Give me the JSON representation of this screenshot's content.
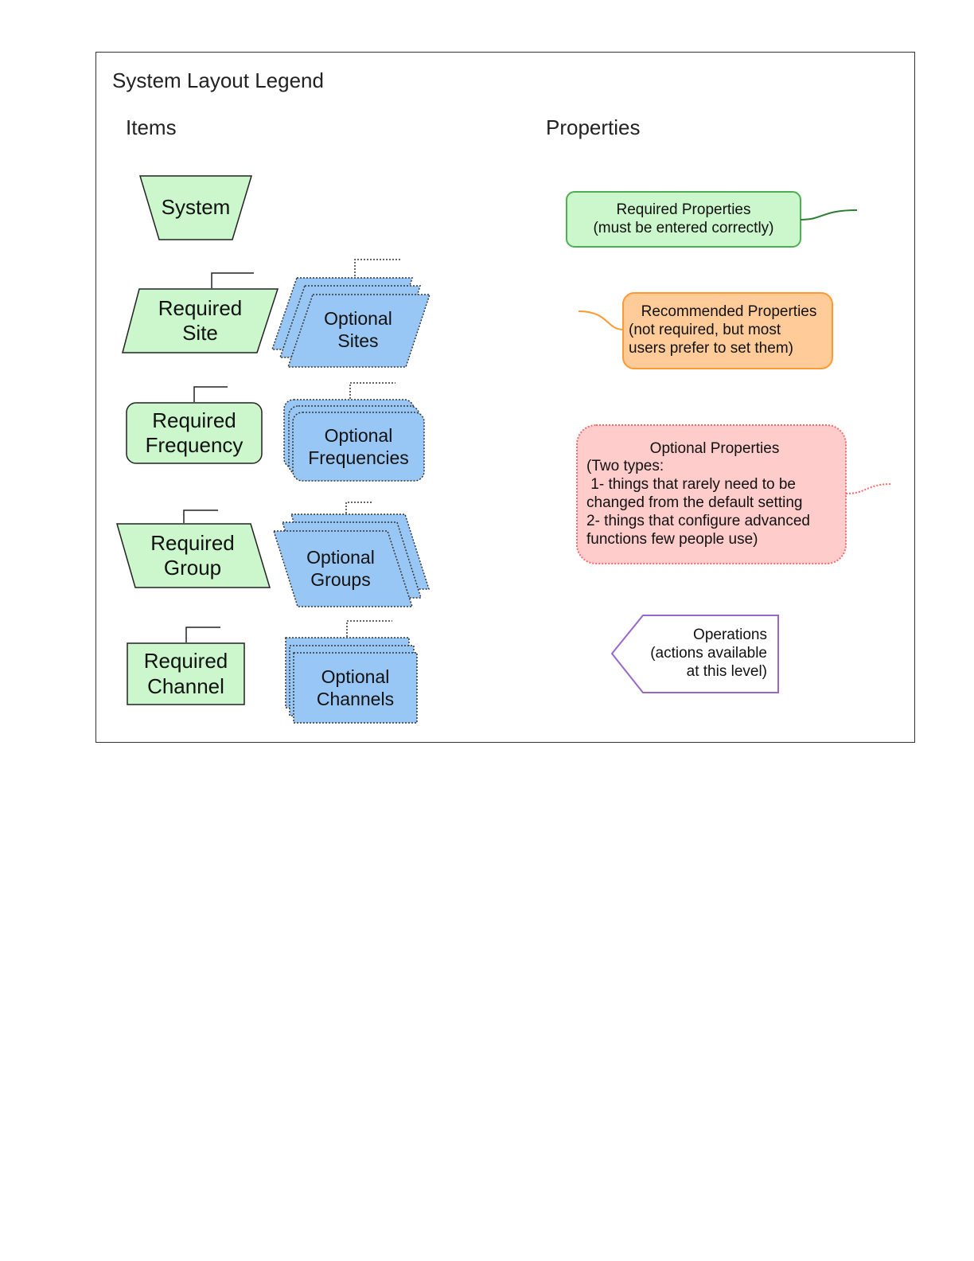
{
  "legend": {
    "title": "System Layout Legend",
    "items_heading": "Items",
    "properties_heading": "Properties"
  },
  "items": {
    "system": {
      "label": "System"
    },
    "required_site": {
      "line1": "Required",
      "line2": "Site"
    },
    "optional_sites": {
      "line1": "Optional",
      "line2": "Sites"
    },
    "required_frequency": {
      "line1": "Required",
      "line2": "Frequency"
    },
    "optional_frequencies": {
      "line1": "Optional",
      "line2": "Frequencies"
    },
    "required_group": {
      "line1": "Required",
      "line2": "Group"
    },
    "optional_groups": {
      "line1": "Optional",
      "line2": "Groups"
    },
    "required_channel": {
      "line1": "Required",
      "line2": "Channel"
    },
    "optional_channels": {
      "line1": "Optional",
      "line2": "Channels"
    }
  },
  "properties": {
    "required": {
      "line1": "Required Properties",
      "line2": "(must be entered correctly)"
    },
    "recommended": {
      "line1": "Recommended Properties",
      "line2": "(not required, but most",
      "line3": "users prefer to set them)"
    },
    "optional": {
      "line1": "Optional Properties",
      "line2": "(Two types:",
      "line3": " 1- things that rarely need to be",
      "line4": "changed from the default setting",
      "line5": "2- things that configure advanced",
      "line6": "functions few people use)"
    },
    "operations": {
      "line1": "Operations",
      "line2": "(actions available",
      "line3": "at this level)"
    }
  },
  "colors": {
    "required_fill": "#ccf7cc",
    "optional_fill": "#99c7f5",
    "required_prop_border": "#4caf50",
    "recommended_fill": "#ffcc99",
    "recommended_border": "#ff9933",
    "optional_prop_fill": "#ffcccc",
    "optional_prop_border": "#ff6666",
    "operations_border": "#9966cc"
  }
}
